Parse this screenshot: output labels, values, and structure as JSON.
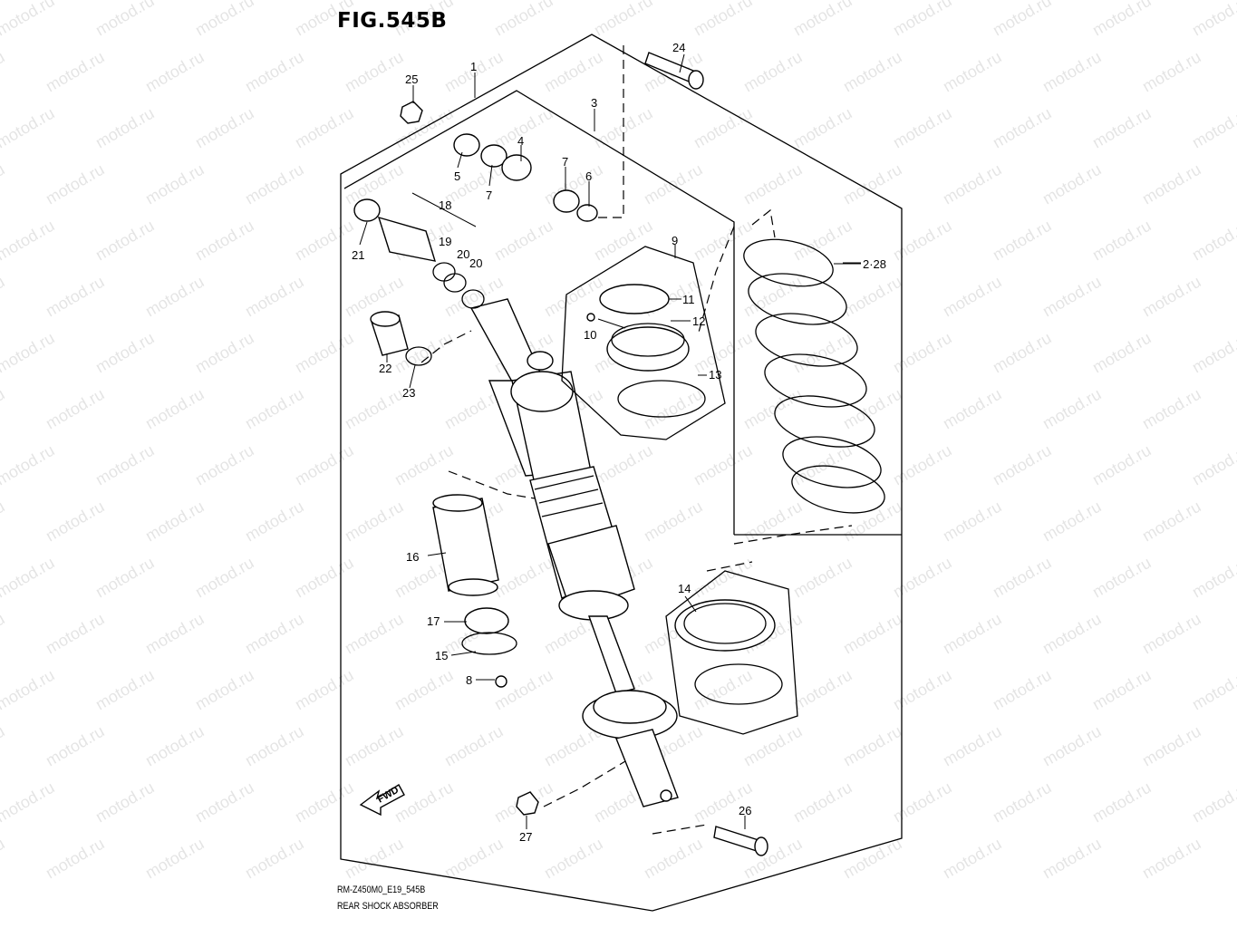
{
  "figure": {
    "title": "FIG.545B",
    "code": "RM-Z450M0_E19_545B",
    "name": "REAR SHOCK ABSORBER"
  },
  "watermark": {
    "text": "motod.ru"
  },
  "fwd_badge": "FWD",
  "callouts": [
    {
      "id": "c1",
      "label": "1"
    },
    {
      "id": "c2",
      "label": "2·28"
    },
    {
      "id": "c3",
      "label": "3"
    },
    {
      "id": "c4",
      "label": "4"
    },
    {
      "id": "c5",
      "label": "5"
    },
    {
      "id": "c6",
      "label": "6"
    },
    {
      "id": "c7a",
      "label": "7"
    },
    {
      "id": "c7b",
      "label": "7"
    },
    {
      "id": "c8",
      "label": "8"
    },
    {
      "id": "c9",
      "label": "9"
    },
    {
      "id": "c10",
      "label": "10"
    },
    {
      "id": "c11",
      "label": "11"
    },
    {
      "id": "c12",
      "label": "12"
    },
    {
      "id": "c13",
      "label": "13"
    },
    {
      "id": "c14",
      "label": "14"
    },
    {
      "id": "c15",
      "label": "15"
    },
    {
      "id": "c16",
      "label": "16"
    },
    {
      "id": "c17",
      "label": "17"
    },
    {
      "id": "c18",
      "label": "18"
    },
    {
      "id": "c19",
      "label": "19"
    },
    {
      "id": "c20a",
      "label": "20"
    },
    {
      "id": "c20b",
      "label": "20"
    },
    {
      "id": "c21",
      "label": "21"
    },
    {
      "id": "c22",
      "label": "22"
    },
    {
      "id": "c23",
      "label": "23"
    },
    {
      "id": "c24",
      "label": "24"
    },
    {
      "id": "c25",
      "label": "25"
    },
    {
      "id": "c26",
      "label": "26"
    },
    {
      "id": "c27",
      "label": "27"
    }
  ]
}
